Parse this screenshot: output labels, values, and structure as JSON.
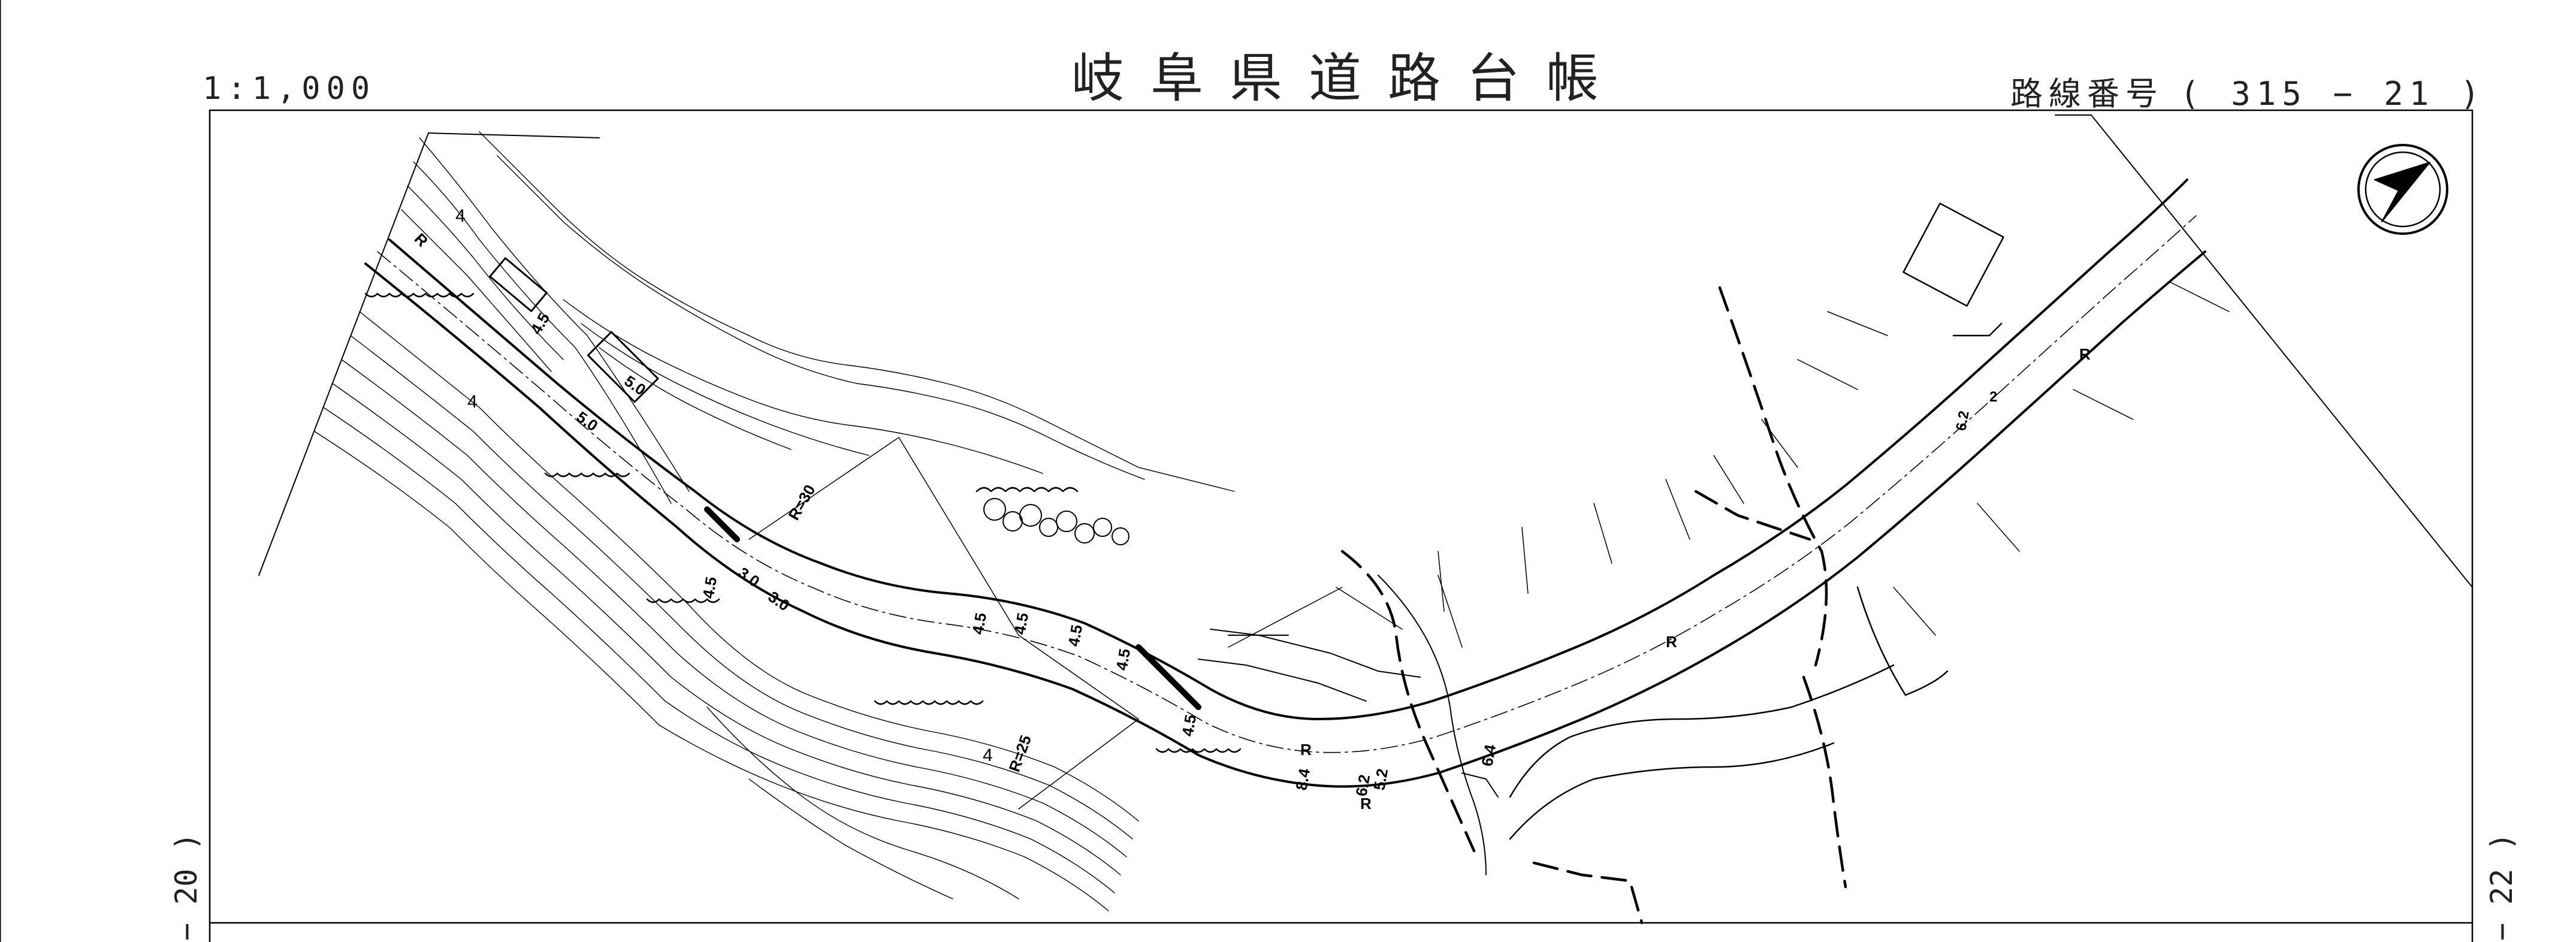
{
  "header": {
    "title": "岐阜県道路台帳",
    "scale": "1:1,000",
    "route_label": "路線番号",
    "route_number": "( 315 − 21 )"
  },
  "edges": {
    "left_sheet_ref": "− 20 )",
    "right_sheet_ref": "− 22 )"
  },
  "map": {
    "north_arrow_icon": "north-arrow-icon",
    "line_color": "#000000",
    "annotations": [
      "R",
      "R=30",
      "R=25",
      "R",
      "R",
      "R",
      "R",
      "4.5",
      "4.5",
      "4.5",
      "4.5",
      "4.5",
      "4.5",
      "4.5",
      "5.0",
      "3.0",
      "3.0",
      "5.0",
      "5.2",
      "6.2",
      "6.4",
      "8.4",
      "4",
      "4",
      "4",
      "2",
      "6.2"
    ]
  }
}
